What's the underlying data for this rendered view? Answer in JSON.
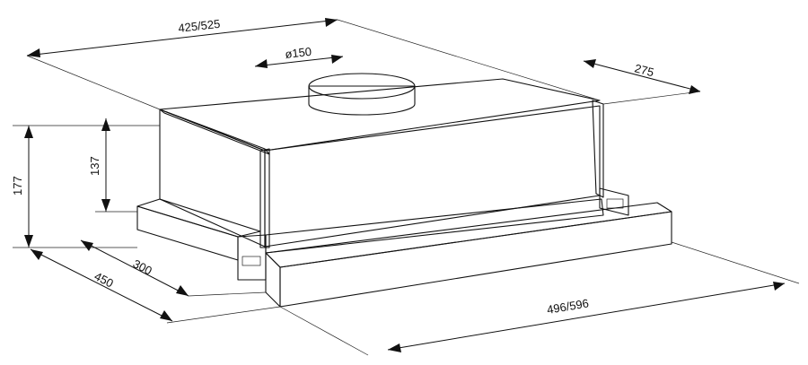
{
  "dimensions": {
    "width_range": "425/525",
    "duct_diameter": "ø150",
    "depth_rear": "275",
    "height_total": "177",
    "height_body": "137",
    "depth_300": "300",
    "depth_450": "450",
    "front_width": "496/596"
  },
  "colors": {
    "ink": "#111111",
    "shade_light": "#f3f3f3",
    "shade_mid": "#e2e2e2",
    "shade_dark": "#cfcfcf"
  }
}
